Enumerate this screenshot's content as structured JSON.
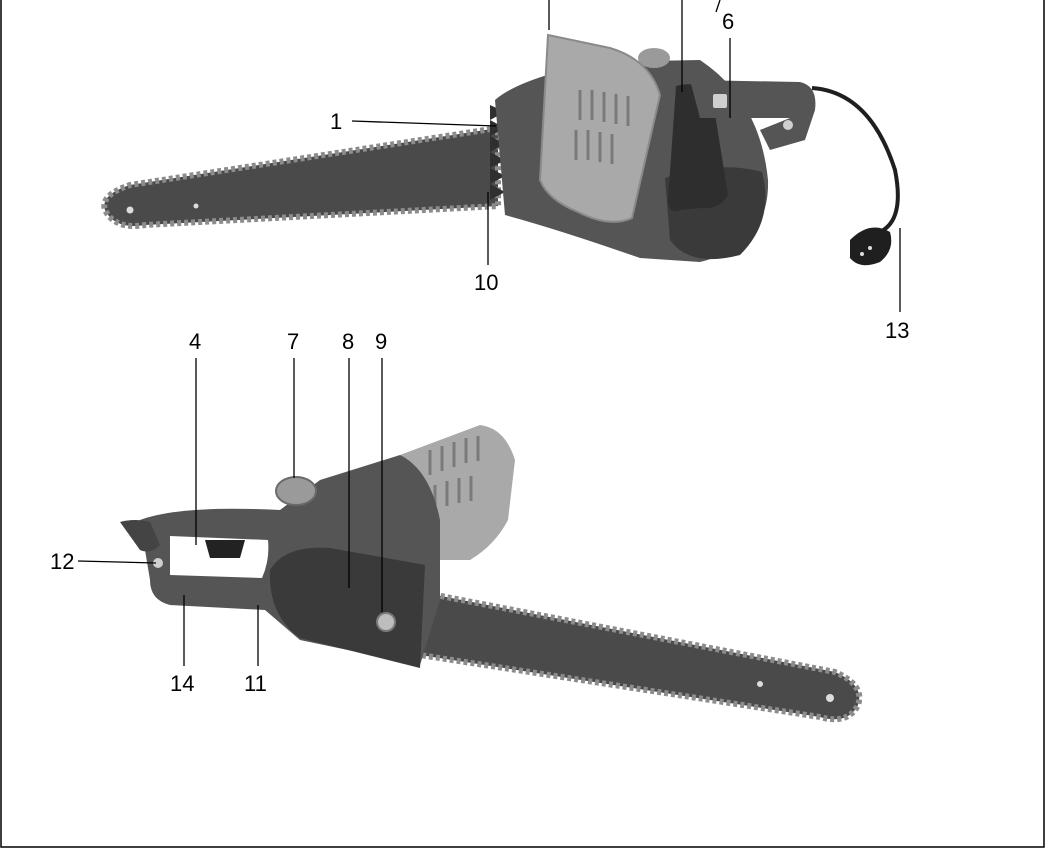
{
  "figure": {
    "labels": {
      "l1": "1",
      "l4": "4",
      "l6": "6",
      "l7": "7",
      "l8": "8",
      "l9": "9",
      "l10": "10",
      "l11": "11",
      "l12": "12",
      "l13": "13",
      "l14": "14"
    },
    "colors": {
      "border": "#000000",
      "body": "#555555",
      "body_dark": "#3a3a3a",
      "guard": "#a9a9a9",
      "bar": "#4a4a4a",
      "chain": "#9a9a9a",
      "background": "#ffffff"
    }
  }
}
